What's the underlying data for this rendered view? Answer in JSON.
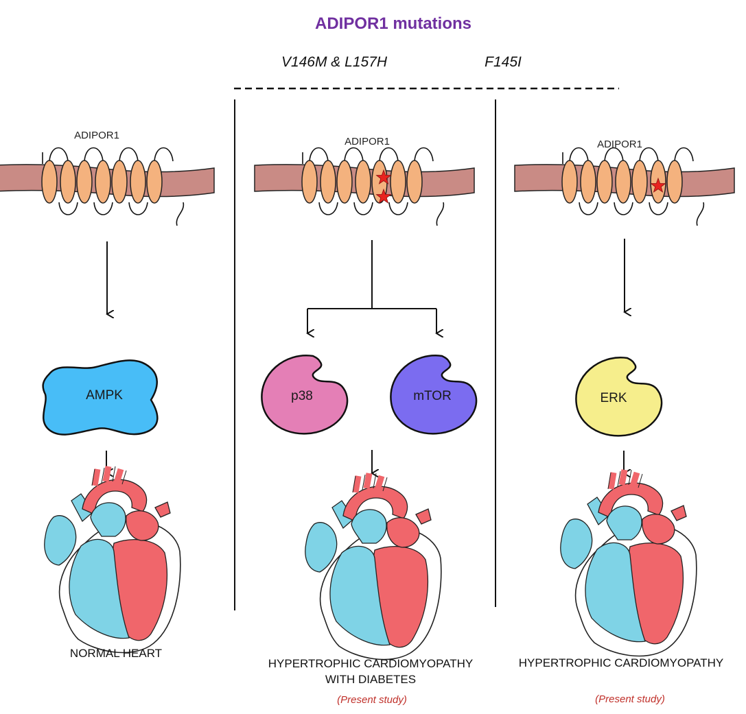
{
  "title": "ADIPOR1 mutations",
  "mutations": {
    "left": "V146M & L157H",
    "right": "F145I"
  },
  "receptor_label": "ADIPOR1",
  "colors": {
    "title": "#7030a0",
    "membrane": "#c98b85",
    "helix": "#f4b27e",
    "star": "#e8231f",
    "ampk": "#48bdf7",
    "p38": "#e47fb6",
    "mtor": "#7b6cf0",
    "erk": "#f6ee8c",
    "heart_blue": "#7fd3e6",
    "heart_red": "#f0666b",
    "note": "#c0302a"
  },
  "panels": [
    {
      "kinases": [
        "AMPK"
      ],
      "outcome_lines": [
        "NORMAL HEART"
      ],
      "note": ""
    },
    {
      "kinases": [
        "p38",
        "mTOR"
      ],
      "outcome_lines": [
        "HYPERTROPHIC CARDIOMYOPATHY",
        "WITH DIABETES"
      ],
      "note": "(Present study)"
    },
    {
      "kinases": [
        "ERK"
      ],
      "outcome_lines": [
        "HYPERTROPHIC CARDIOMYOPATHY"
      ],
      "note": "(Present study)"
    }
  ]
}
